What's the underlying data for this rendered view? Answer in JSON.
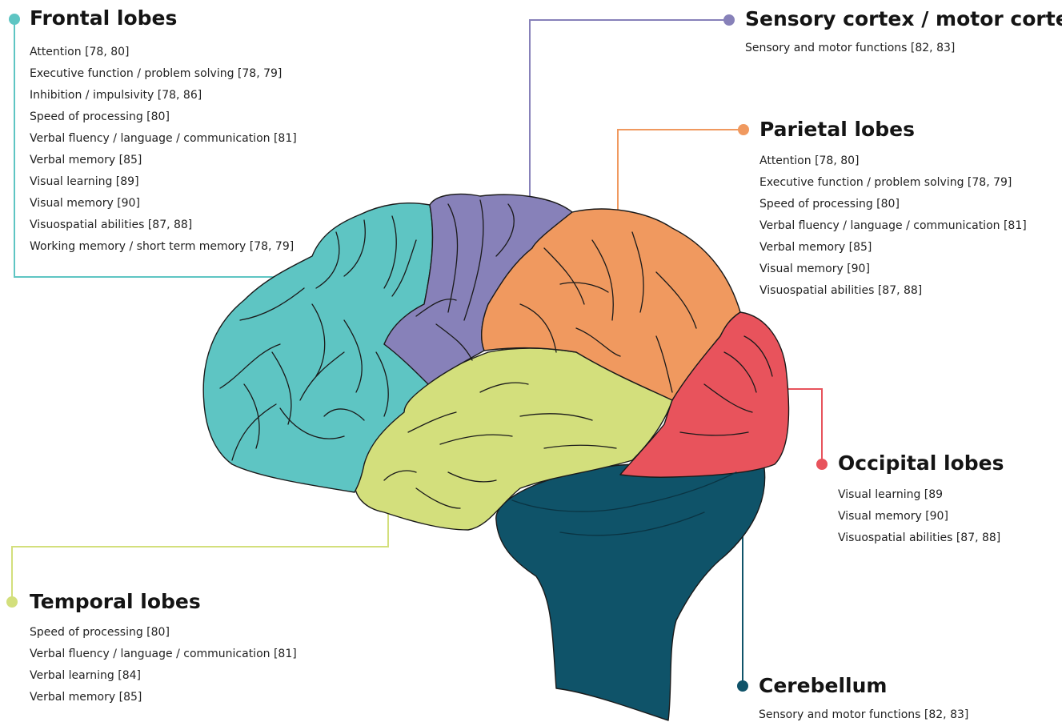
{
  "colors": {
    "frontal": "#5ec5c3",
    "sensory_motor": "#8781b9",
    "parietal": "#f0995f",
    "occipital": "#e8535c",
    "temporal": "#d3df7c",
    "cerebellum": "#0f5369"
  },
  "regions": {
    "frontal": {
      "title": "Frontal lobes",
      "items": [
        "Attention [78, 80]",
        "Executive function / problem solving [78, 79]",
        "Inhibition / impulsivity [78, 86]",
        "Speed of processing [80]",
        "Verbal fluency / language / communication [81]",
        "Verbal memory [85]",
        "Visual learning [89]",
        "Visual memory [90]",
        "Visuospatial abilities [87, 88]",
        "Working memory / short term memory [78, 79]"
      ]
    },
    "sensory_motor": {
      "title": "Sensory cortex / motor cortex",
      "items": [
        "Sensory and motor functions [82, 83]"
      ]
    },
    "parietal": {
      "title": "Parietal lobes",
      "items": [
        "Attention [78, 80]",
        "Executive function / problem solving [78, 79]",
        "Speed of processing [80]",
        "Verbal fluency / language / communication [81]",
        "Verbal memory [85]",
        "Visual memory [90]",
        "Visuospatial abilities [87, 88]"
      ]
    },
    "occipital": {
      "title": "Occipital lobes",
      "items": [
        "Visual learning [89",
        "Visual memory [90]",
        "Visuospatial abilities [87, 88]"
      ]
    },
    "temporal": {
      "title": "Temporal lobes",
      "items": [
        "Speed of processing [80]",
        "Verbal fluency / language / communication [81]",
        "Verbal learning [84]",
        "Verbal memory [85]"
      ]
    },
    "cerebellum": {
      "title": "Cerebellum",
      "items": [
        "Sensory and motor functions [82, 83]"
      ]
    }
  }
}
